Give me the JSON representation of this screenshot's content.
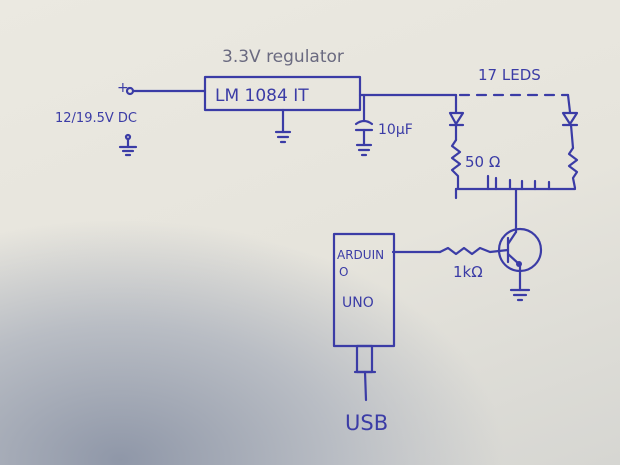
{
  "title": "3.3V regulator",
  "regulator_part": "LM 1084 IT",
  "input_label": "12/19.5V DC",
  "input_plus": "+",
  "capacitor_label": "10µF",
  "led_label": "17 LEDS",
  "led_resistor_label": "50 Ω",
  "base_resistor_label": "1kΩ",
  "arduino": {
    "line1": "ARDUIN",
    "line2": "O",
    "line3": "UNO"
  },
  "usb_label": "USB",
  "ink_color": "#3b3ca6"
}
